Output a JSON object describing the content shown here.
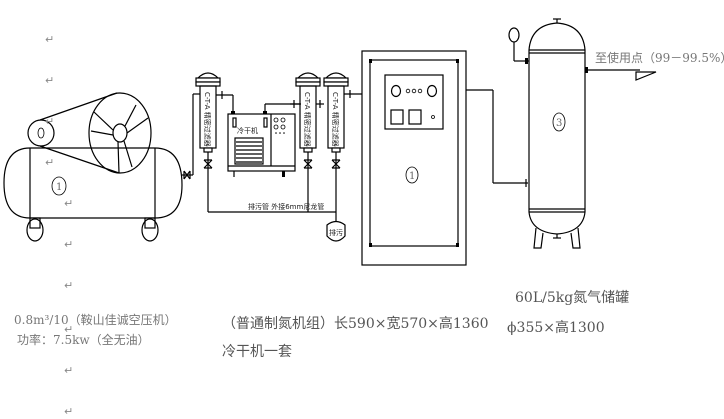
{
  "diagram": {
    "type": "nitrogen generator process flow",
    "components": {
      "compressor": {
        "label_line1": "0.8m³/10（鞍山佳诚空压机）",
        "label_line2": "功率：7.5kw（全无油）",
        "marker": "1",
        "pulley_marker": "0"
      },
      "dryer": {
        "name": "冷干机",
        "sub_label": "冷干机一套"
      },
      "filters": {
        "count": 3,
        "text": "C-T-A 精密过滤器"
      },
      "drain_pipe_label": "排污管 外接6mm尼龙管",
      "drain_valve_label": "排污",
      "nitrogen_unit": {
        "label": "（普通制氮机组）长590×宽570×高1360",
        "marker": "1"
      },
      "tank": {
        "label_line1": "60L/5kg氮气储罐",
        "label_line2": "ϕ355×高1300",
        "marker": "3"
      },
      "outlet_label": "至使用点（99－99.5%）"
    },
    "paragraph_mark": "↵"
  }
}
